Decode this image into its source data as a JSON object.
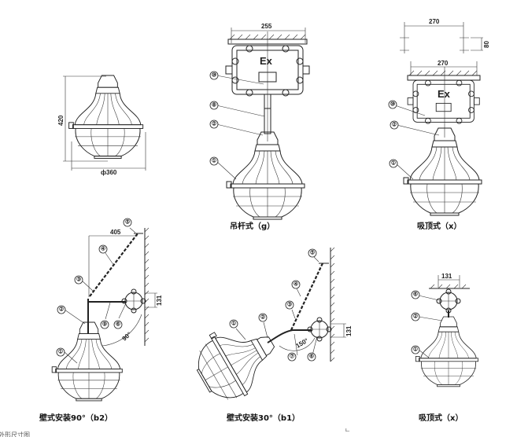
{
  "title": "Explosion-proof lamp installation drawings",
  "views": {
    "overall": {
      "height_dim": "420",
      "diameter_dim": "ф360"
    },
    "pendant": {
      "caption": "吊杆式（g）",
      "width_dim": "255",
      "box_label": "Ex",
      "callouts": [
        "⑩",
        "⑧",
        "②",
        "①"
      ]
    },
    "ceiling_top": {
      "caption": "吸顶式（x）",
      "hole_spacing_dim": "270",
      "hole_depth_dim": "80",
      "width_dim": "270",
      "box_label": "Ex",
      "callouts": [
        "⑩",
        "②",
        "①"
      ]
    },
    "wall_90": {
      "caption": "壁式安装90°（b2）",
      "arm_dim": "405",
      "height_dim": "131",
      "angle": "90°",
      "callouts": [
        "⑤",
        "④",
        "③",
        "②",
        "①",
        "⑨",
        "⑥"
      ]
    },
    "wall_30": {
      "caption": "壁式安装30°（b1）",
      "height_dim": "131",
      "angle": "150°",
      "callouts": [
        "⑤",
        "④",
        "③",
        "②",
        "①",
        "⑦",
        "⑥"
      ]
    },
    "ceiling_bottom": {
      "caption": "吸顶式（x）",
      "width_dim": "131",
      "callouts": [
        "⑥",
        "②",
        "①"
      ]
    }
  },
  "footer": {
    "partial_text": "…外形尺寸图",
    "mark": "ㄴ"
  }
}
